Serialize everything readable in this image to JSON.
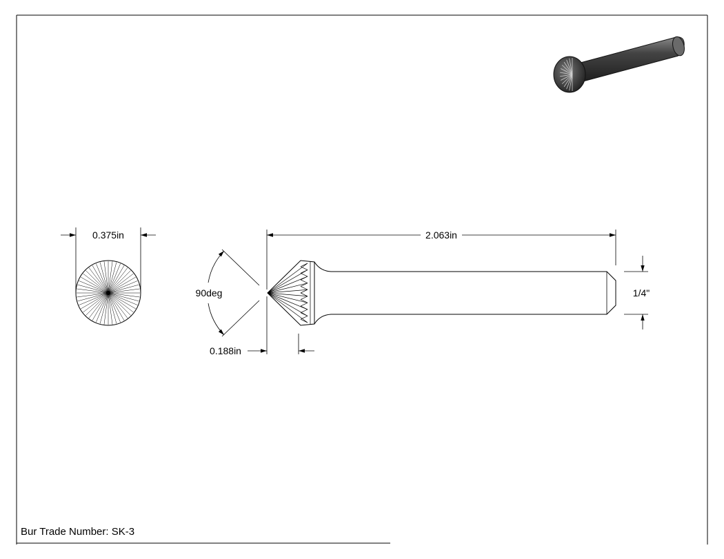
{
  "dimensions": {
    "diameter": "0.375in",
    "overall_length": "2.063in",
    "shank_diameter": "1/4\"",
    "included_angle": "90deg",
    "head_length": "0.188in"
  },
  "title_block": {
    "trade_number": "Bur Trade Number: SK-3"
  },
  "colors": {
    "line": "#000000",
    "frame": "#000000",
    "render_dark": "#2b2b2b",
    "render_mid": "#555555",
    "render_light": "#8a8a8a"
  }
}
